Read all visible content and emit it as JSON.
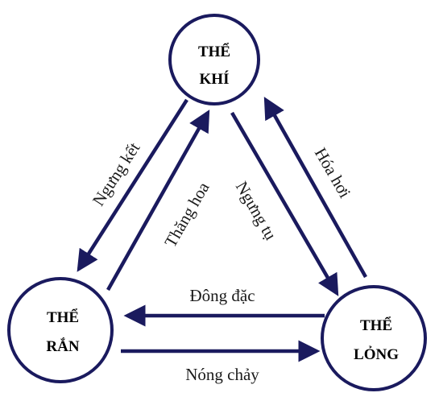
{
  "colors": {
    "stroke": "#1a1a5e",
    "text": "#000000"
  },
  "states": {
    "gas": {
      "line1": "THỂ",
      "line2": "KHÍ"
    },
    "solid": {
      "line1": "THỂ",
      "line2": "RẮN"
    },
    "liquid": {
      "line1": "THỂ",
      "line2": "LỎNG"
    }
  },
  "processes": {
    "deposition": "Ngưng kết",
    "sublimation": "Thăng hoa",
    "condensation": "Ngưng tụ",
    "evaporation": "Hóa hơi",
    "freezing": "Đông đặc",
    "melting": "Nóng chảy"
  }
}
